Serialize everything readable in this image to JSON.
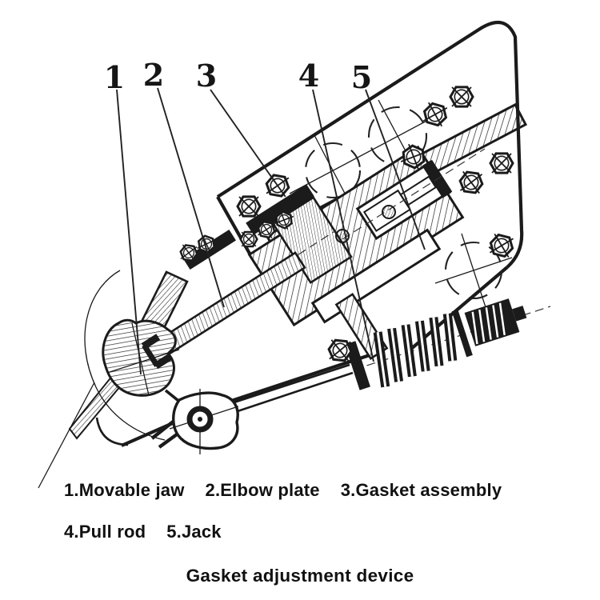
{
  "diagram": {
    "callout_numbers": [
      "1",
      "2",
      "3",
      "4",
      "5"
    ],
    "callouts": [
      {
        "number": "1",
        "label": "Movable jaw"
      },
      {
        "number": "2",
        "label": "Elbow plate"
      },
      {
        "number": "3",
        "label": "Gasket assembly"
      },
      {
        "number": "4",
        "label": "Pull rod"
      },
      {
        "number": "5",
        "label": "Jack"
      }
    ],
    "caption": {
      "row1": [
        "1.Movable jaw",
        "2.Elbow plate",
        "3.Gasket assembly"
      ],
      "row2": [
        "4.Pull rod",
        "5.Jack"
      ],
      "title": "Gasket adjustment device"
    },
    "colors": {
      "ink": "#1b1b1b",
      "paper": "#ffffff"
    }
  }
}
